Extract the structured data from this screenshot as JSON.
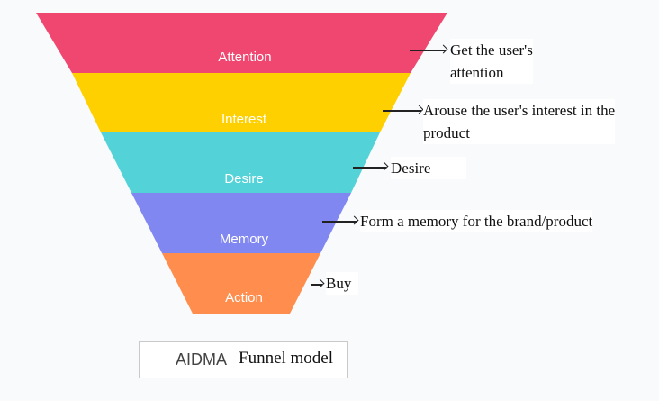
{
  "funnel": {
    "stages": [
      {
        "label": "Attention",
        "color": "#ef476f"
      },
      {
        "label": "Interest",
        "color": "#ffd000"
      },
      {
        "label": "Desire",
        "color": "#53d3d8"
      },
      {
        "label": "Memory",
        "color": "#8087f0"
      },
      {
        "label": "Action",
        "color": "#ff8d4d"
      }
    ]
  },
  "annotations": [
    {
      "line1": "Get the user's",
      "line2": "attention"
    },
    {
      "line1": "Arouse the user's interest in the",
      "line2": "product"
    },
    {
      "line1": "Desire",
      "line2": ""
    },
    {
      "line1": "Form a memory for the brand/product",
      "line2": ""
    },
    {
      "line1": "Buy",
      "line2": ""
    }
  ],
  "caption": {
    "prefix": "AIDMA",
    "suffix": "Funnel model"
  }
}
